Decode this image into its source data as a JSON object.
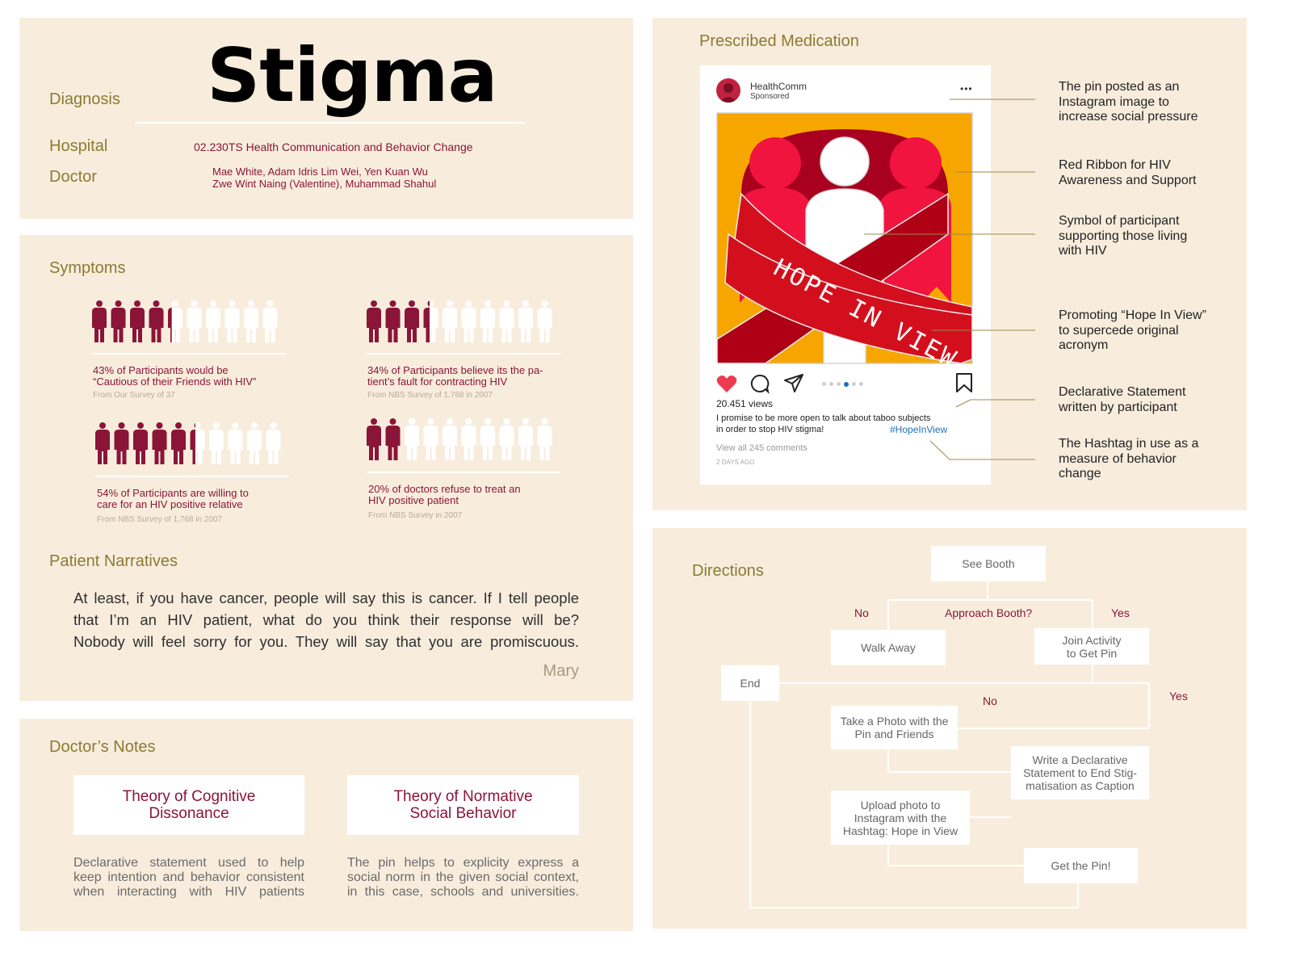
{
  "header": {
    "title": "Stigma",
    "diagnosis_label": "Diagnosis",
    "hospital_label": "Hospital",
    "hospital_value": "02.230TS Health Communication and Behavior Change",
    "doctor_label": "Doctor",
    "doctor_line1": "Mae White, Adam Idris Lim Wei, Yen Kuan Wu",
    "doctor_line2": "Zwe Wint Naing (Valentine), Muhammad Shahul"
  },
  "symptoms": {
    "label": "Symptoms",
    "colors": {
      "filled": "#8a1538",
      "empty": "#ffffff"
    },
    "stats": [
      {
        "percent": 43,
        "line1": "43% of Participants would be",
        "line2": "“Cautious of their Friends with HIV”",
        "source": "From Our Survey of 37"
      },
      {
        "percent": 34,
        "line1": "34% of Participants believe its the pa-",
        "line2": "tient’s fault for contracting HIV",
        "source": "From NBS Survey of 1,768 in 2007"
      },
      {
        "percent": 54,
        "line1": "54% of Participants are willing to",
        "line2": "care for an HIV positive relative",
        "source": "From NBS Survey of 1,768 in 2007"
      },
      {
        "percent": 20,
        "line1": "20% of doctors refuse to treat an",
        "line2": "HIV positive patient",
        "source": "From NBS Survey in 2007"
      }
    ]
  },
  "narratives": {
    "label": "Patient Narratives",
    "line1": "At least, if you have cancer, people will say this is cancer. If I tell people",
    "line2": "that I’m an HIV patient, what do you think their response will be?",
    "line3": "Nobody will feel sorry for you. They will say that you are promiscuous.",
    "author": "Mary"
  },
  "notes": {
    "label": "Doctor’s Notes",
    "items": [
      {
        "title1": "Theory of Cognitive",
        "title2": "Dissonance",
        "text1": "Declarative statement used to help",
        "text2": "keep intention and behavior consistent",
        "text3": "when interacting with HIV patients"
      },
      {
        "title1": "Theory of Normative",
        "title2": "Social Behavior",
        "text1": "The pin helps to explicity express a",
        "text2": "social norm in the given social context,",
        "text3": "in this case, schools and universities."
      }
    ]
  },
  "medication": {
    "label": "Prescribed Medication",
    "post": {
      "account": "HealthComm",
      "sponsored": "Sponsored",
      "more": "•••",
      "pin_text": "HOPE IN VIEW",
      "views": "20.451 views",
      "caption1": "I promise to be more open to talk about taboo subjects",
      "caption2": "in order to stop HIV stigma!",
      "hashtag": "#HopeInView",
      "comments": "View all 245 comments",
      "age": "2 DAYS AGO",
      "colors": {
        "background": "#f7a600",
        "ribbon": "#d40f1d",
        "figure": "#f0143f",
        "figure_dark": "#a90020",
        "like": "#ee3b4f",
        "hashtag": "#1d6fb8"
      }
    },
    "annotations": [
      {
        "line1": "The pin posted as an",
        "line2": "Instagram image to",
        "line3": "increase social pressure"
      },
      {
        "line1": "Red Ribbon for HIV",
        "line2": "Awareness and Support",
        "line3": ""
      },
      {
        "line1": "Symbol of participant",
        "line2": "supporting those living",
        "line3": "with HIV"
      },
      {
        "line1": "Promoting “Hope In View”",
        "line2": "to supercede  original",
        "line3": "acronym"
      },
      {
        "line1": "Declarative Statement",
        "line2": "written by participant",
        "line3": ""
      },
      {
        "line1": "The Hashtag in use as a",
        "line2": "measure of behavior",
        "line3": "change"
      }
    ]
  },
  "directions": {
    "label": "Directions",
    "nodes": {
      "see_booth": "See Booth",
      "approach": "Approach Booth?",
      "no1": "No",
      "yes1": "Yes",
      "walk_away": "Walk Away",
      "join1": "Join Activity",
      "join2": "to Get Pin",
      "end": "End",
      "no2": "No",
      "yes2": "Yes",
      "photo1": "Take a Photo with the",
      "photo2": "Pin and Friends",
      "write1": "Write a Declarative",
      "write2": "Statement to End Stig-",
      "write3": "matisation as Caption",
      "upload1": "Upload photo to",
      "upload2": "Instagram with the",
      "upload3": "Hashtag: Hope in View",
      "get_pin": "Get the Pin!"
    }
  }
}
